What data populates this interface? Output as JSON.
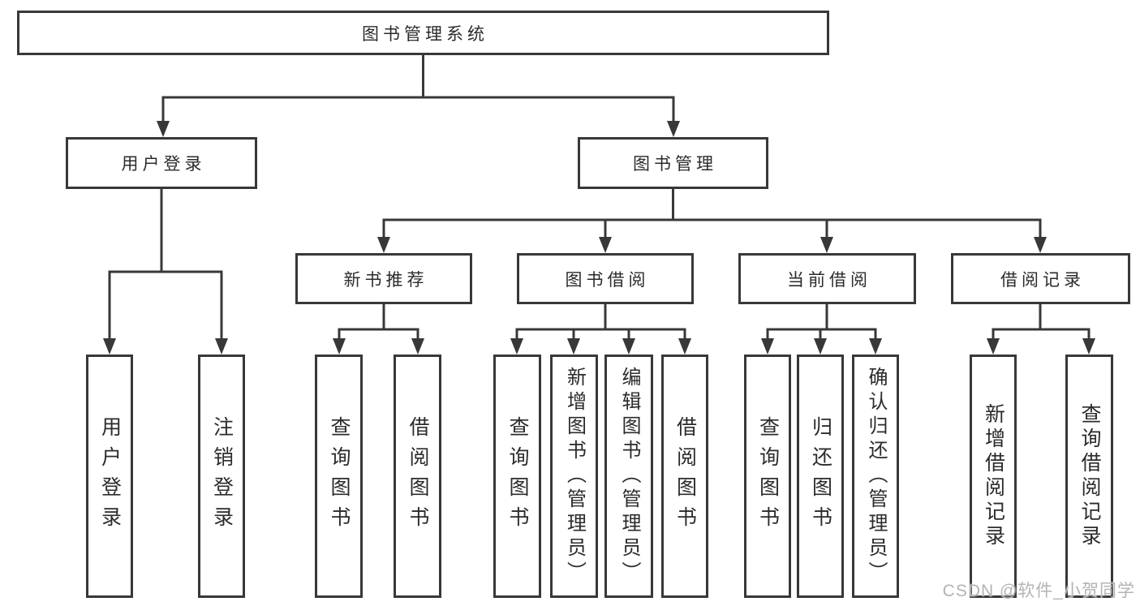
{
  "tree": {
    "label": "图书管理系统",
    "children": [
      {
        "label": "用户登录",
        "children": [
          {
            "label": "用户登录"
          },
          {
            "label": "注销登录"
          }
        ]
      },
      {
        "label": "图书管理",
        "children": [
          {
            "label": "新书推荐",
            "children": [
              {
                "label": "查询图书"
              },
              {
                "label": "借阅图书"
              }
            ]
          },
          {
            "label": "图书借阅",
            "children": [
              {
                "label": "查询图书"
              },
              {
                "label": "新增图书（管理员）"
              },
              {
                "label": "编辑图书（管理员）"
              },
              {
                "label": "借阅图书"
              }
            ]
          },
          {
            "label": "当前借阅",
            "children": [
              {
                "label": "查询图书"
              },
              {
                "label": "归还图书"
              },
              {
                "label": "确认归还（管理员）"
              }
            ]
          },
          {
            "label": "借阅记录",
            "children": [
              {
                "label": "新增借阅记录"
              },
              {
                "label": "查询借阅记录"
              }
            ]
          }
        ]
      }
    ]
  },
  "watermark": "CSDN @软件_小贺同学",
  "colors": {
    "line": "#383838",
    "text": "#2b2b2b",
    "background": "#ffffff",
    "watermark": "#b3b3b3"
  }
}
